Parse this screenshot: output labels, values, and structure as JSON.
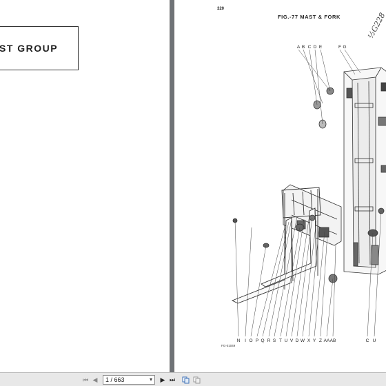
{
  "left_page": {
    "title": "ST GROUP"
  },
  "right_page": {
    "page_number": "320",
    "figure_title": "FIG.-77   MAST & FORK",
    "handwritten_note": "½G228",
    "figure_code": "FG-01049",
    "top_labels": [
      "A",
      "B",
      "C",
      "D",
      "E",
      "F",
      "G"
    ],
    "bottom_labels": [
      "N",
      "I",
      "O",
      "P",
      "Q",
      "R",
      "S",
      "T",
      "U",
      "V",
      "D",
      "W",
      "X",
      "Y",
      "Z",
      "AA",
      "AB",
      "C",
      "U"
    ]
  },
  "toolbar": {
    "page_value": "1 / 663",
    "dropdown_icon": "chevron-down-icon",
    "first_icon": "first-page-icon",
    "prev_icon": "prev-page-icon",
    "next_icon": "next-page-icon",
    "last_icon": "last-page-icon",
    "view_icons": [
      "single-page-view-icon",
      "two-page-view-icon"
    ]
  }
}
